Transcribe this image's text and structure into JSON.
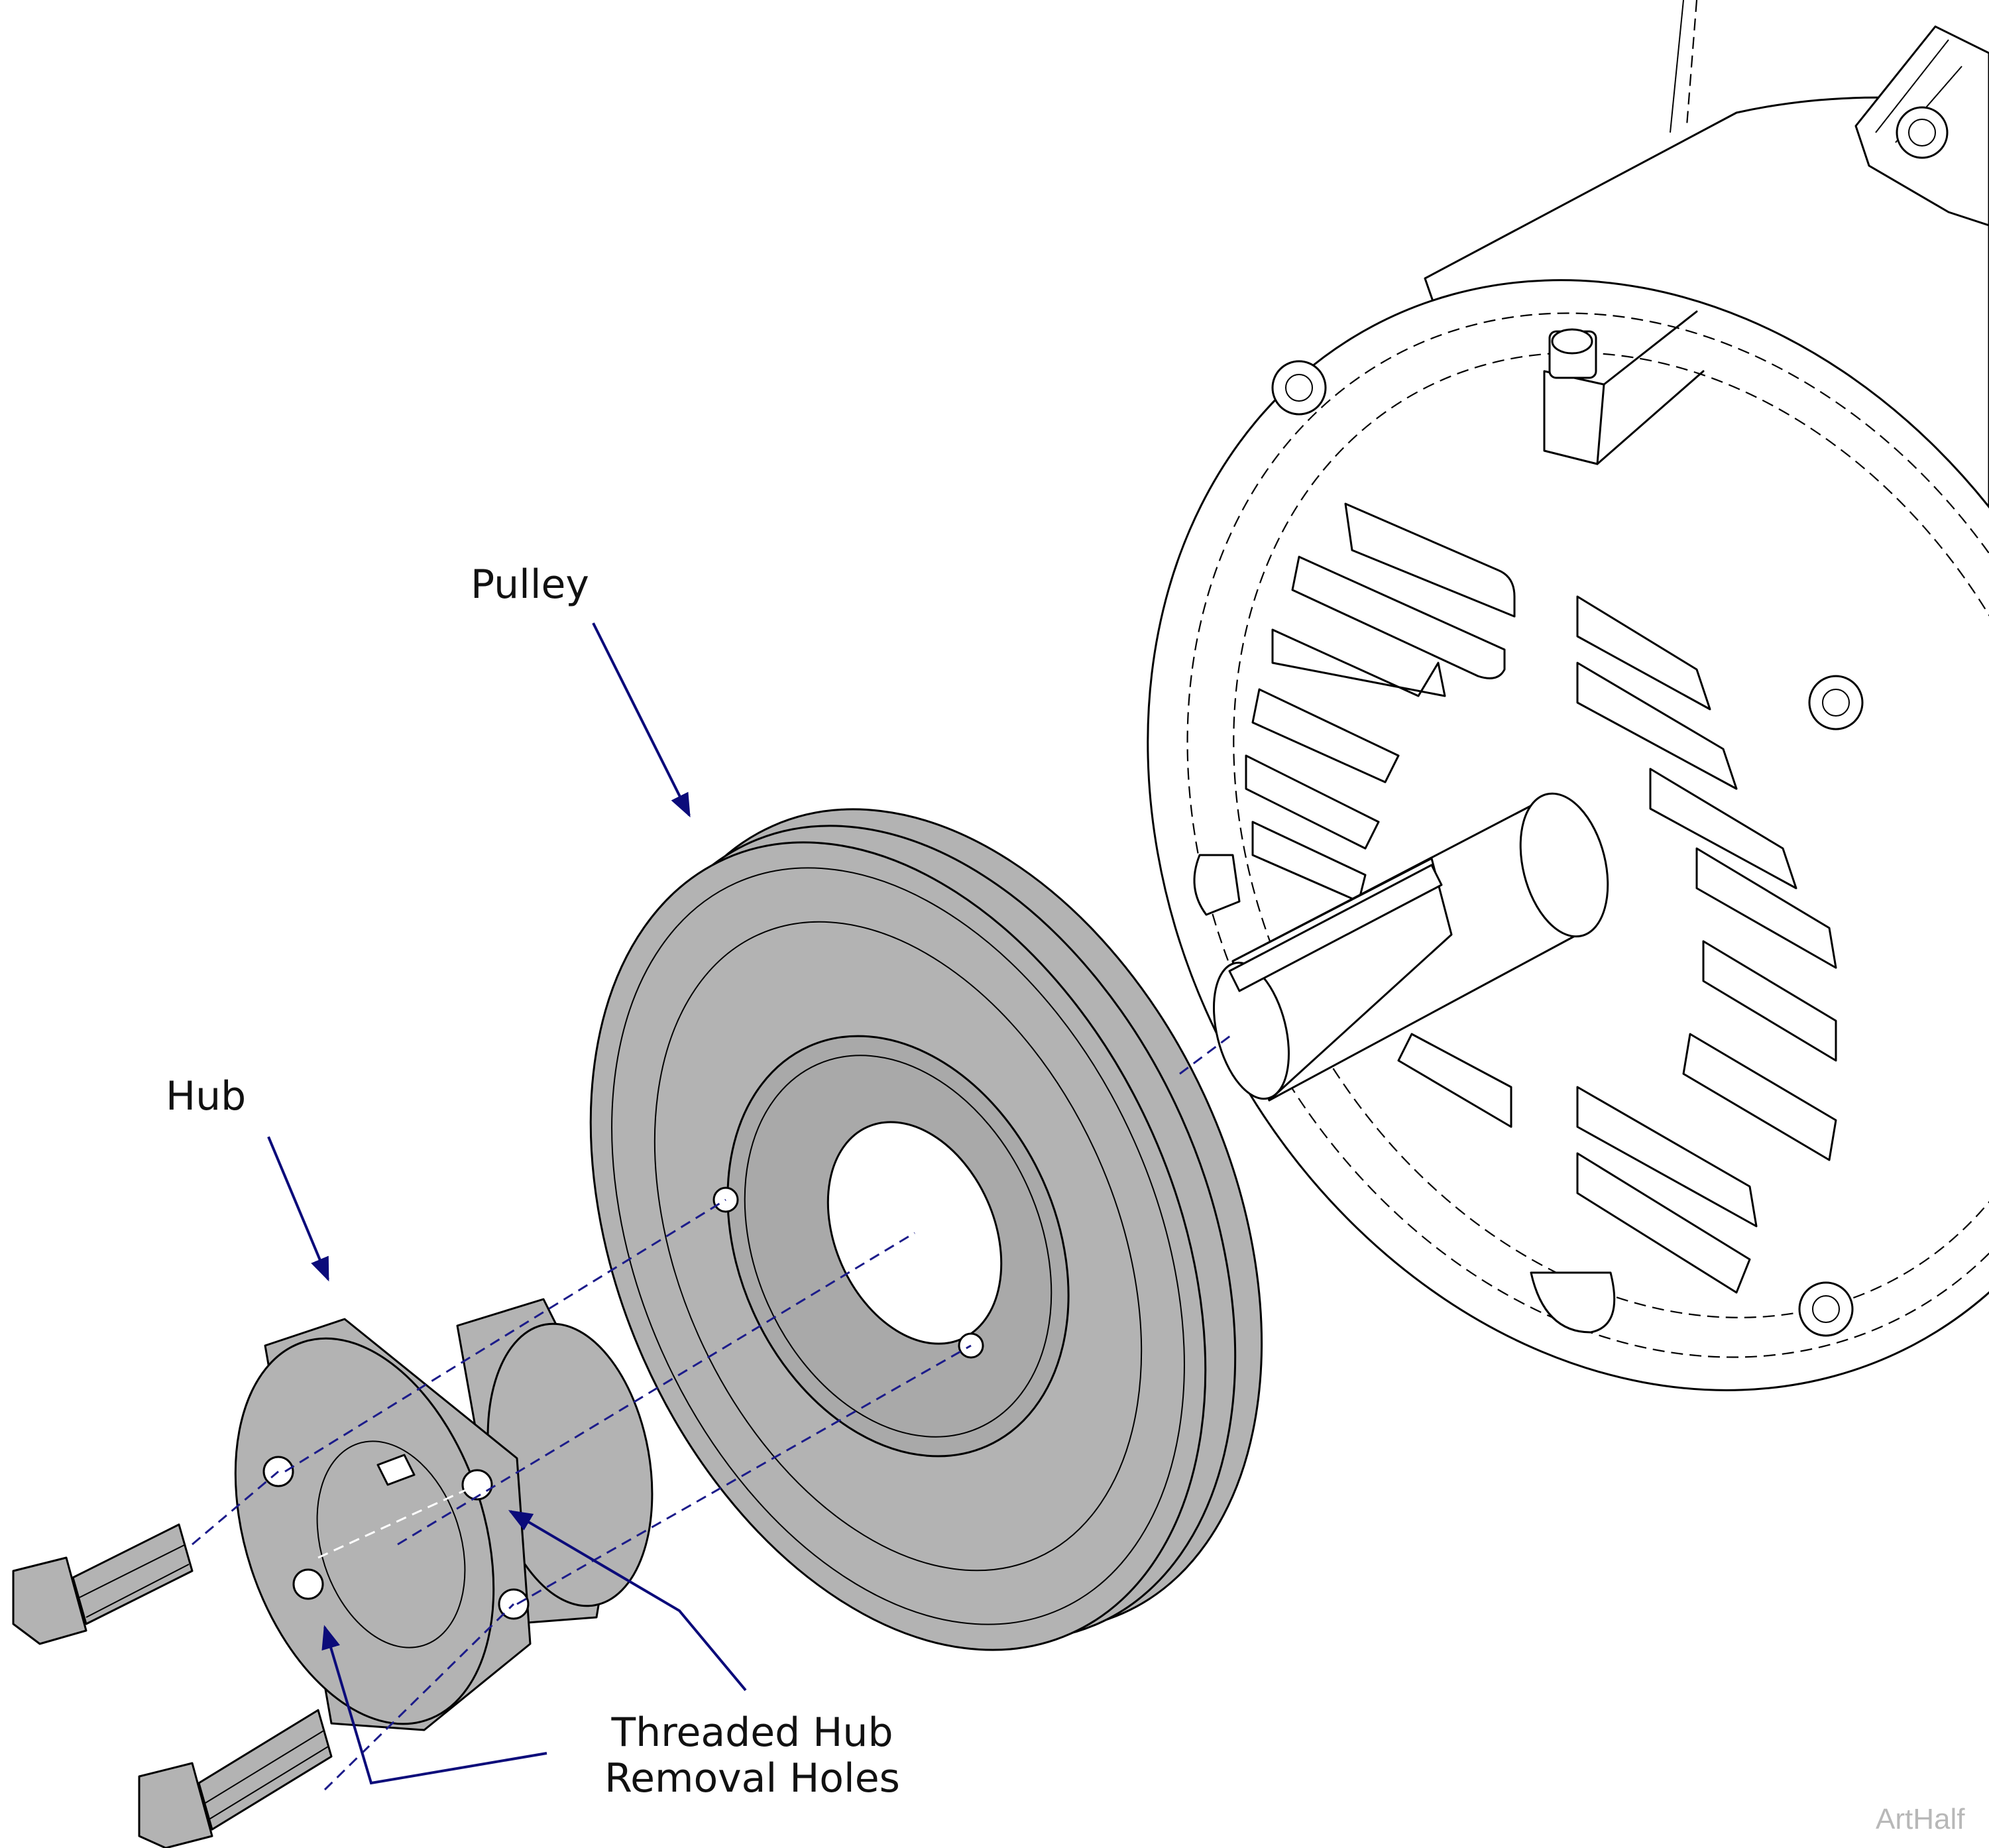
{
  "labels": {
    "pulley": "Pulley",
    "hub": "Hub",
    "holes_line1": "Threaded Hub",
    "holes_line2": "Removal Holes"
  },
  "watermark": "ArtHalf",
  "colors": {
    "part_fill": "#b3b3b3",
    "leader": "#0b0b7a",
    "outline": "#000000"
  }
}
